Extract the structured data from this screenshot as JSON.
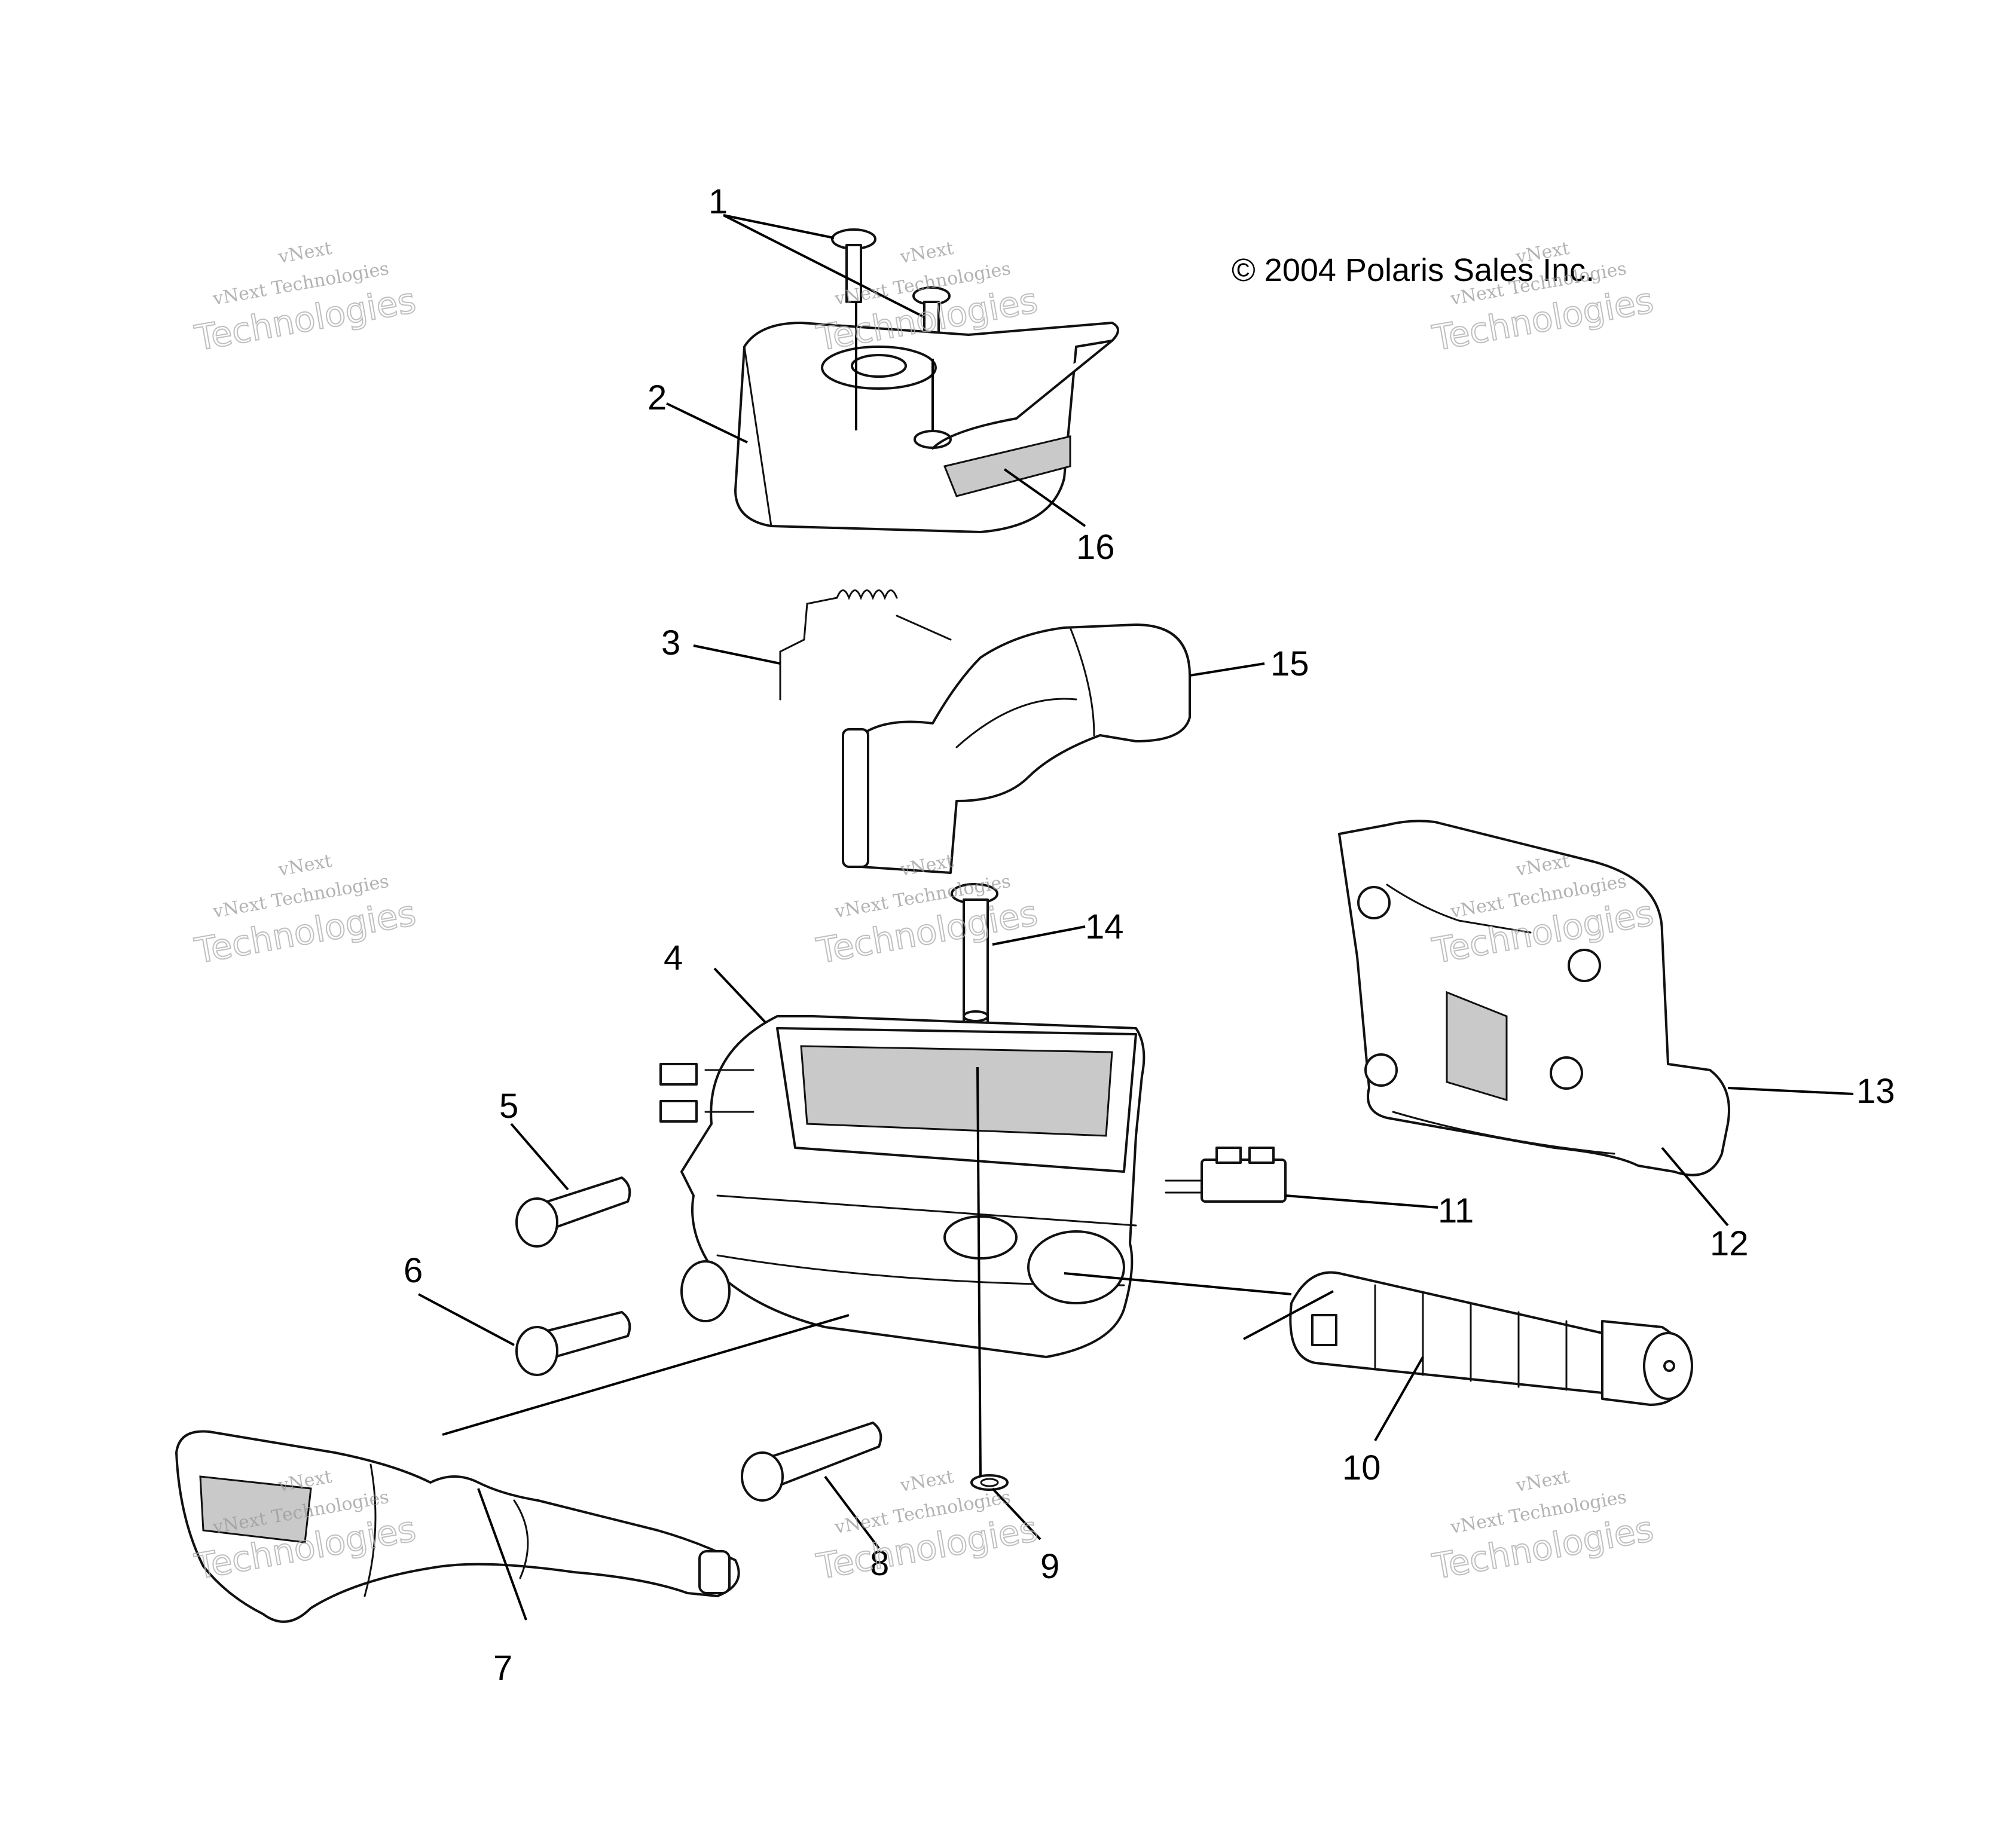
{
  "copyright": "© 2004 Polaris Sales Inc.",
  "callouts": [
    "1",
    "2",
    "3",
    "4",
    "5",
    "6",
    "7",
    "8",
    "9",
    "10",
    "11",
    "12",
    "13",
    "14",
    "15",
    "16"
  ],
  "watermark": {
    "line1": "vNext",
    "line2": "vNext Technologies",
    "line3": "Technologies"
  },
  "colors": {
    "line": "#111111",
    "watermark": "#9a9a9a",
    "background": "#ffffff"
  }
}
